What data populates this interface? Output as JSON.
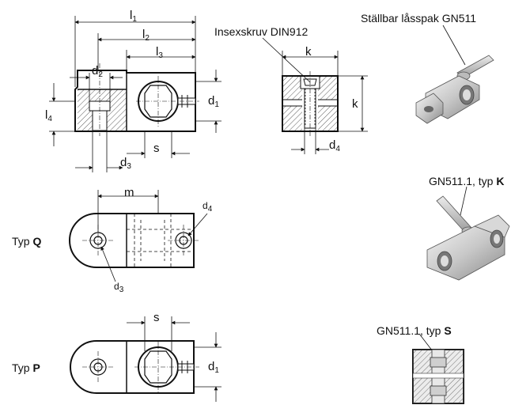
{
  "labels": {
    "l1": "l",
    "l1_sub": "1",
    "l2": "l",
    "l2_sub": "2",
    "l3": "l",
    "l3_sub": "3",
    "l4": "l",
    "l4_sub": "4",
    "d1_top": "d",
    "d1_top_sub": "1",
    "d2": "d",
    "d2_sub": "2",
    "d3_top": "d",
    "d3_top_sub": "3",
    "s_top": "s",
    "k_top": "k",
    "k_side": "k",
    "d4_front": "d",
    "d4_front_sub": "4",
    "m": "m",
    "d4_q": "d",
    "d4_q_sub": "4",
    "d3_q": "d",
    "d3_q_sub": "3",
    "s_p": "s",
    "d1_p": "d",
    "d1_p_sub": "1"
  },
  "callouts": {
    "insexskruv": "Insexskruv DIN912",
    "lock_lever": "Ställbar låsspak GN511",
    "typ_k_prefix": "GN511.1, typ ",
    "typ_k_letter": "K",
    "typ_s_prefix": "GN511.1, typ ",
    "typ_s_letter": "S"
  },
  "types": {
    "q_prefix": "Typ ",
    "q_letter": "Q",
    "p_prefix": "Typ ",
    "p_letter": "P"
  }
}
